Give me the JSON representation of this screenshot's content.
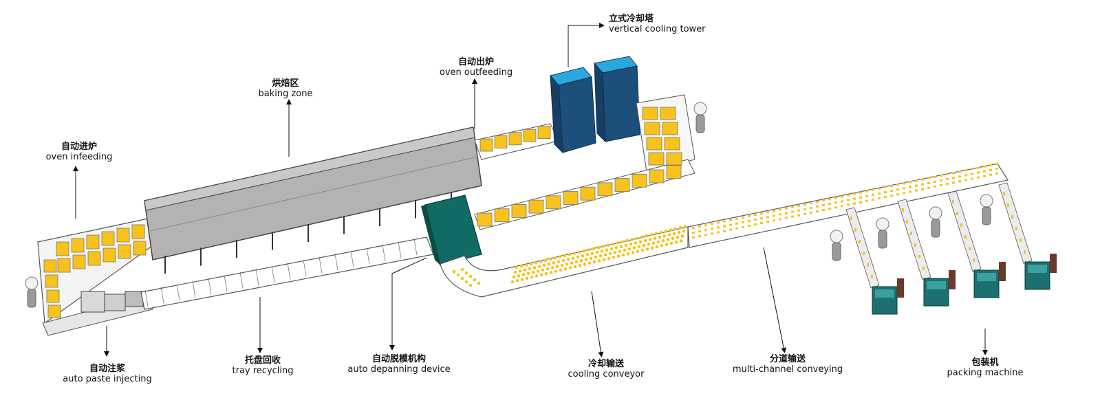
{
  "labels": {
    "cooling_tower": {
      "zh": "立式冷却塔",
      "en": "vertical cooling tower"
    },
    "oven_outfeeding": {
      "zh": "自动出炉",
      "en": "oven outfeeding"
    },
    "baking_zone": {
      "zh": "烘焙区",
      "en": "baking zone"
    },
    "oven_infeeding": {
      "zh": "自动进炉",
      "en": "oven infeeding"
    },
    "auto_paste": {
      "zh": "自动注浆",
      "en": "auto paste injecting"
    },
    "tray_recycling": {
      "zh": "托盘回收",
      "en": "tray recycling"
    },
    "depanning": {
      "zh": "自动脱模机构",
      "en": "auto depanning device"
    },
    "cooling_conveyor": {
      "zh": "冷却输送",
      "en": "cooling conveyor"
    },
    "multi_channel": {
      "zh": "分道输送",
      "en": "multi-channel conveying"
    },
    "packing_machine": {
      "zh": "包装机",
      "en": "packing machine"
    }
  },
  "colors": {
    "oven": "#a9a9a9",
    "cooling_tower_top": "#2aa7df",
    "cooling_tower_body": "#1c4f7a",
    "depanner": "#0f6b63",
    "product": "#f7c21b",
    "tray": "#ffffff",
    "frame": "#5a5a5a",
    "packing": "#1e6f6f"
  }
}
